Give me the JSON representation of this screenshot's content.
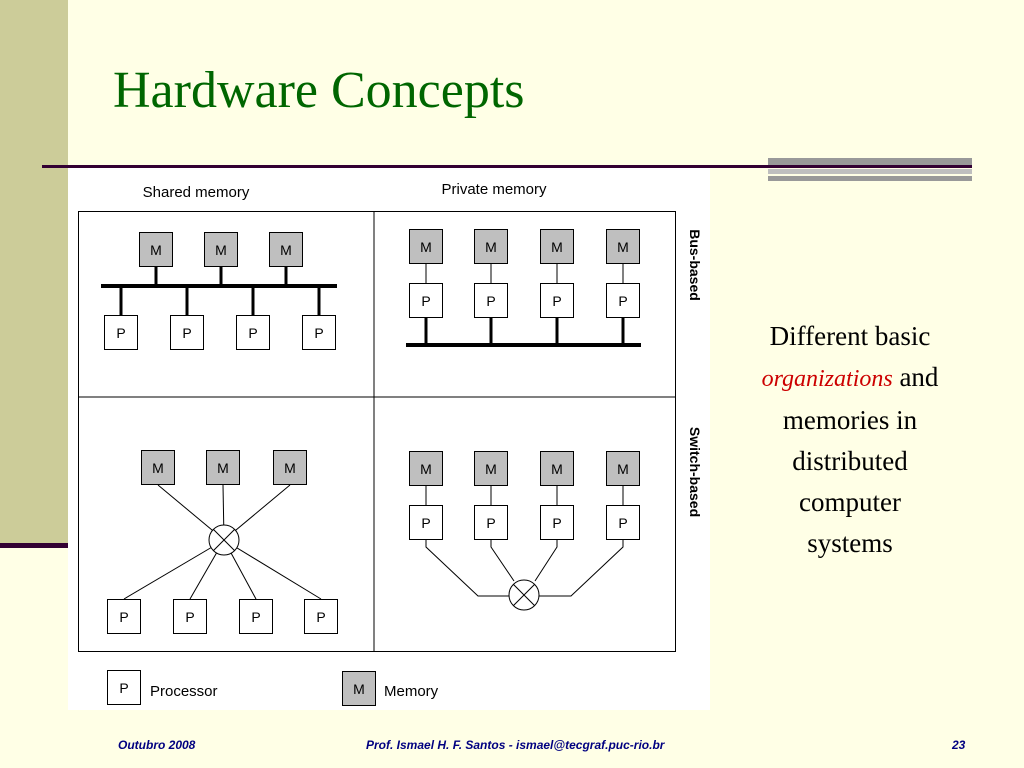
{
  "slide": {
    "title": "Hardware Concepts",
    "body": {
      "line1": "Different basic",
      "emphasis": "organizations",
      "after_emphasis": "and",
      "rest": [
        "memories in",
        "distributed",
        "computer",
        "systems"
      ]
    },
    "footer": {
      "date": "Outubro 2008",
      "author": "Prof. Ismael H. F. Santos -  ismael@tecgraf.puc-rio.br",
      "page": "23"
    }
  },
  "diagram": {
    "columns": [
      "Shared memory",
      "Private memory"
    ],
    "rows": [
      "Bus-based",
      "Switch-based"
    ],
    "processor_label": "P",
    "memory_label": "M",
    "legend": {
      "processor": "Processor",
      "memory": "Memory"
    },
    "colors": {
      "memory_fill": "#bfbfbf",
      "processor_fill": "#ffffff",
      "title": "#006600",
      "emphasis": "#cc0000"
    }
  }
}
